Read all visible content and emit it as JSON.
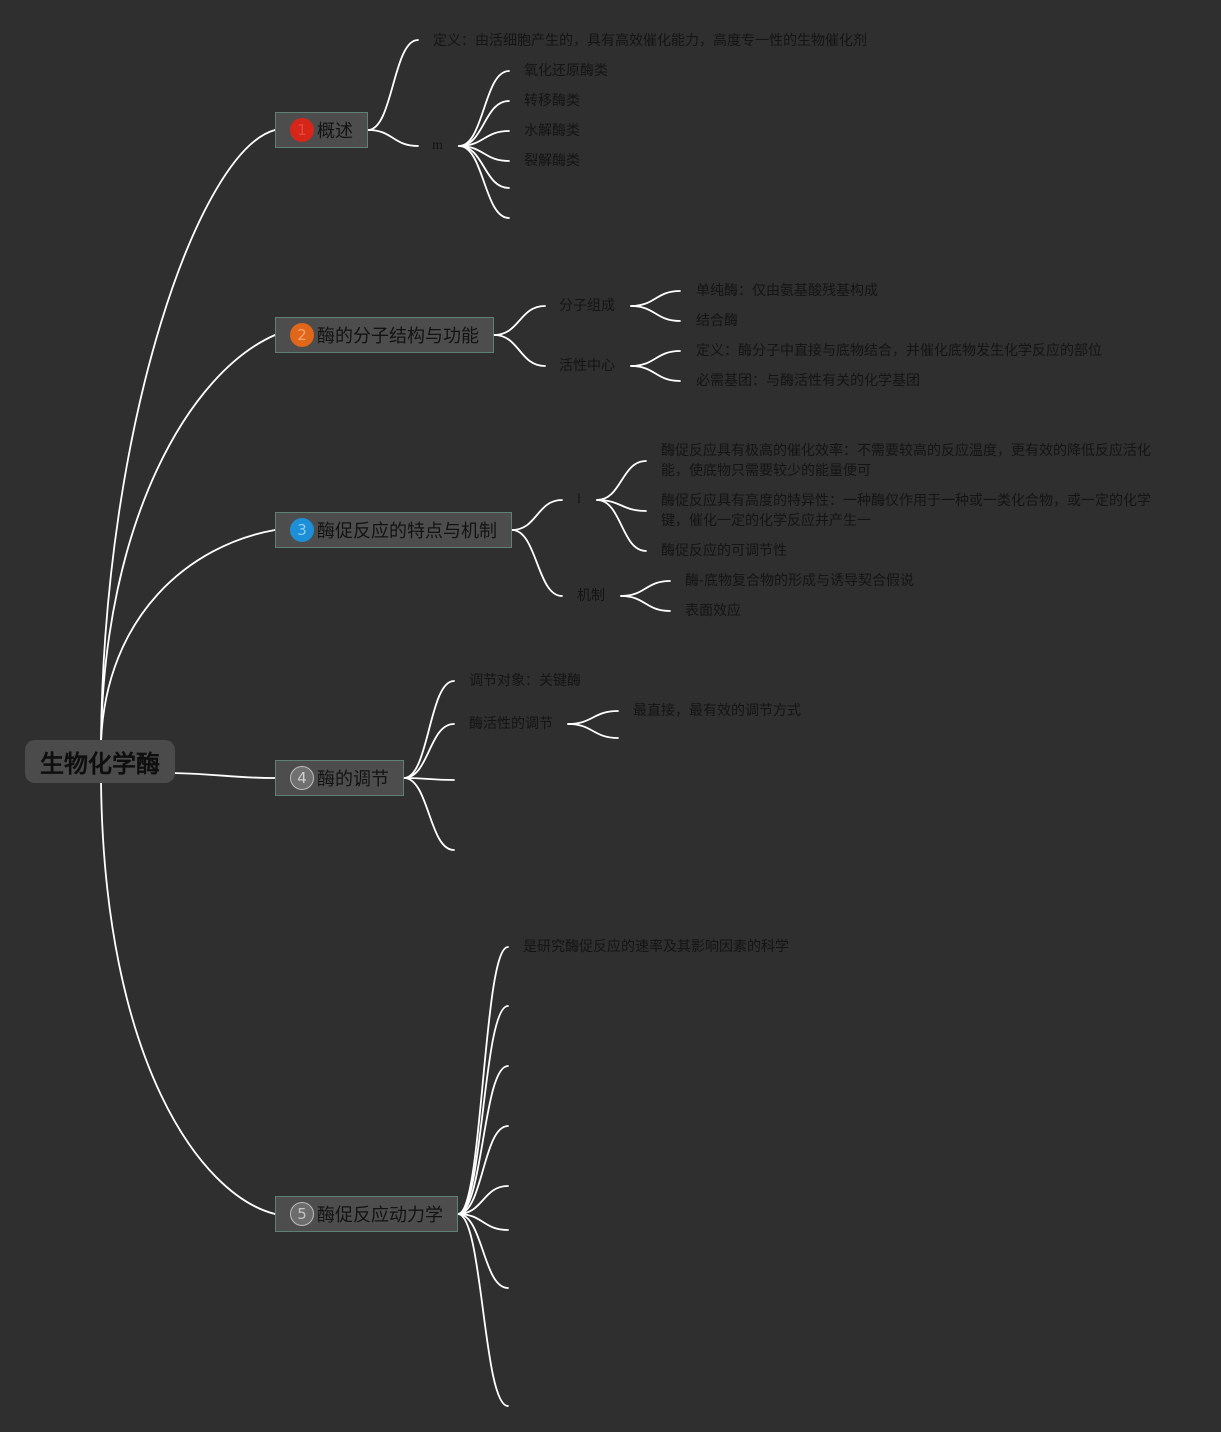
{
  "theme": {
    "background": "#2f2f2f",
    "root_fill": "#4b4b4b",
    "topic_fill": "#4d4d4d",
    "topic_border": "#5f8072",
    "connector": "#ffffff",
    "text": "#141414"
  },
  "root": {
    "label": "生物化学酶"
  },
  "branches": [
    {
      "label": "概述",
      "marker": {
        "icon": "priority-1-icon",
        "number": "1",
        "fill": "#d6261a",
        "number_color": "#e8473a"
      },
      "children": [
        {
          "label": "定义：由活细胞产生的，具有高效催化能力，高度专一性的生物催化剂"
        },
        {
          "label": "m",
          "children": [
            {
              "label": "氧化还原酶类"
            },
            {
              "label": "转移酶类"
            },
            {
              "label": "水解酶类"
            },
            {
              "label": "裂解酶类"
            },
            {
              "label": ""
            },
            {
              "label": ""
            }
          ]
        }
      ]
    },
    {
      "label": "酶的分子结构与功能",
      "marker": {
        "icon": "priority-2-icon",
        "number": "2",
        "fill": "#e0661a",
        "number_color": "#f6a66c"
      },
      "children": [
        {
          "label": "分子组成",
          "children": [
            {
              "label": "单纯酶：仅由氨基酸残基构成"
            },
            {
              "label": "结合酶"
            }
          ]
        },
        {
          "label": "活性中心",
          "children": [
            {
              "label": "定义：酶分子中直接与底物结合，并催化底物发生化学反应的部位"
            },
            {
              "label": "必需基团：与酶活性有关的化学基团"
            }
          ]
        }
      ]
    },
    {
      "label": "酶促反应的特点与机制",
      "marker": {
        "icon": "priority-3-icon",
        "number": "3",
        "fill": "#1d8fd6",
        "number_color": "#8ccdf6"
      },
      "children": [
        {
          "label": "l",
          "children": [
            {
              "label": "酶促反应具有极高的催化效率：不需要较高的反应温度，更有效的降低反应活化能，使底物只需要较少的能量便可"
            },
            {
              "label": "酶促反应具有高度的特异性：一种酶仅作用于一种或一类化合物，或一定的化学键，催化一定的化学反应并产生一"
            },
            {
              "label": "酶促反应的可调节性"
            }
          ]
        },
        {
          "label": "机制",
          "children": [
            {
              "label": "酶-底物复合物的形成与诱导契合假说"
            },
            {
              "label": "表面效应"
            }
          ]
        }
      ]
    },
    {
      "label": "酶的调节",
      "marker": {
        "icon": "priority-4-icon",
        "number": "4",
        "fill": "#707070",
        "ring": "#bdbdbd",
        "number_color": "#cfcfcf"
      },
      "children": [
        {
          "label": "调节对象：关键酶"
        },
        {
          "label": "酶活性的调节",
          "children": [
            {
              "label": "最直接，最有效的调节方式"
            },
            {
              "label": ""
            }
          ]
        },
        {
          "label": ""
        },
        {
          "label": ""
        }
      ]
    },
    {
      "label": "酶促反应动力学",
      "marker": {
        "icon": "priority-5-icon",
        "number": "5",
        "fill": "#6c6c6c",
        "ring": "#bdbdbd",
        "number_color": "#c4c4c4"
      },
      "children": [
        {
          "label": "是研究酶促反应的速率及其影响因素的科学"
        },
        {
          "label": ""
        },
        {
          "label": ""
        },
        {
          "label": ""
        },
        {
          "label": ""
        },
        {
          "label": ""
        },
        {
          "label": ""
        },
        {
          "label": ""
        }
      ]
    }
  ]
}
